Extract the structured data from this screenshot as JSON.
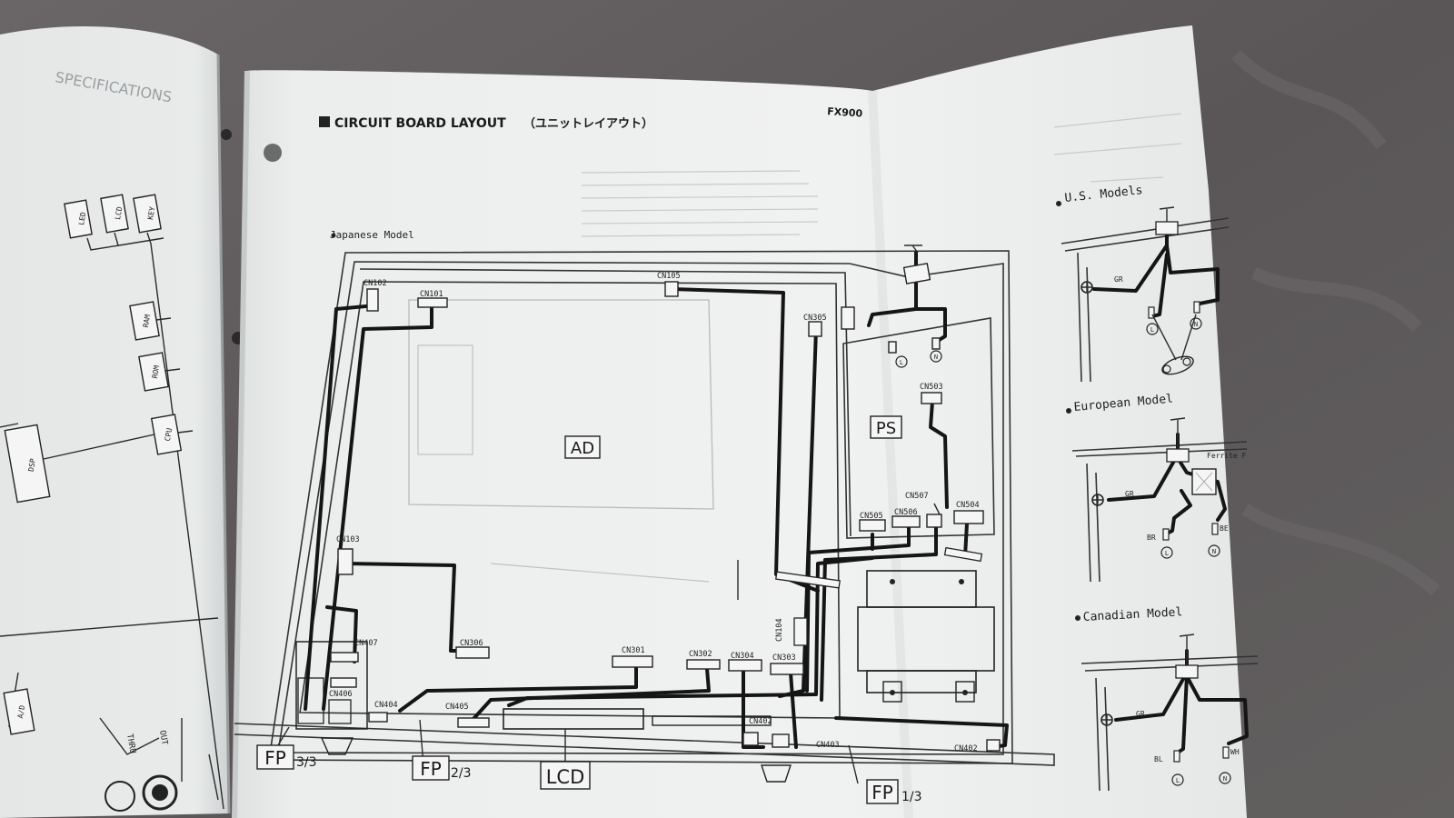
{
  "heading": {
    "title": "CIRCUIT BOARD LAYOUT",
    "title_jp": "（ユニットレイアウト）",
    "model": "FX900"
  },
  "models": {
    "japanese": "Japanese Model",
    "us": "U.S. Models",
    "european": "European Model",
    "canadian": "Canadian Model"
  },
  "boards": {
    "ad": "AD",
    "ps": "PS",
    "lcd": "LCD",
    "fp_main": "FP",
    "fp1": "1/3",
    "fp2": "2/3",
    "fp3": "3/3"
  },
  "connectors": {
    "cn101": "CN101",
    "cn102": "CN102",
    "cn103": "CN103",
    "cn104": "CN104",
    "cn105": "CN105",
    "cn301": "CN301",
    "cn302": "CN302",
    "cn303": "CN303",
    "cn304": "CN304",
    "cn305": "CN305",
    "cn306": "CN306",
    "cn402a": "CN402",
    "cn402b": "CN402",
    "cn403": "CN403",
    "cn404": "CN404",
    "cn405": "CN405",
    "cn406": "CN406",
    "cn407": "CN407",
    "cn503": "CN503",
    "cn504": "CN504",
    "cn505": "CN505",
    "cn506": "CN506",
    "cn507": "CN507"
  },
  "terminals": {
    "l": "L",
    "n": "N",
    "gr": "GR",
    "br": "BR",
    "be": "BE",
    "bl": "BL",
    "wh": "WH",
    "ferrite": "Ferrite F"
  },
  "left_page": {
    "spec": "SPECIFICATIONS",
    "led": "LED",
    "lcd": "LCD",
    "key": "KEY",
    "ram": "RAM",
    "rom": "ROM",
    "cpu": "CPU",
    "dsp": "DSP",
    "ad": "A/D",
    "thru": "THRU",
    "out": "OUT"
  },
  "colors": {
    "background": "#5e5a5c",
    "paper": "#eeefef",
    "wire": "#151515"
  }
}
